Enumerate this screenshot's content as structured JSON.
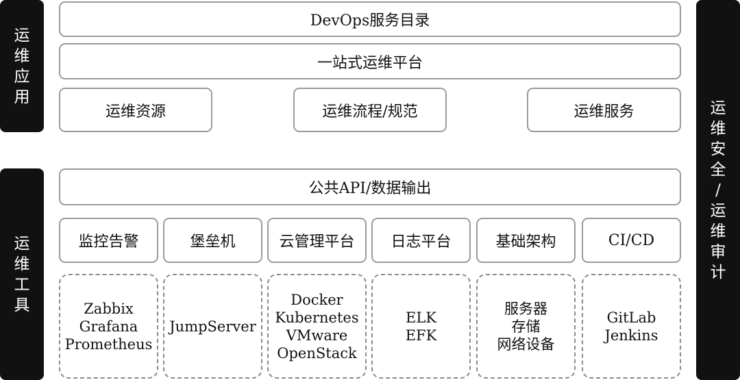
{
  "sidebars": {
    "app_ops": [
      "运",
      "维",
      "应",
      "用"
    ],
    "ops_tools": [
      "运",
      "维",
      "工",
      "具"
    ],
    "security_audit": [
      "运",
      "维",
      "安",
      "全",
      "/",
      "运",
      "维",
      "审",
      "计"
    ]
  },
  "top": {
    "catalog": "DevOps服务目录",
    "platform": "一站式运维平台",
    "resources": "运维资源",
    "process": "运维流程/规范",
    "services": "运维服务"
  },
  "public_api": "公共API/数据输出",
  "tools": [
    {
      "category": "监控告警",
      "items": [
        "Zabbix",
        "Grafana",
        "Prometheus"
      ]
    },
    {
      "category": "堡垒机",
      "items": [
        "JumpServer"
      ]
    },
    {
      "category": "云管理平台",
      "items": [
        "Docker",
        "Kubernetes",
        "VMware",
        "OpenStack"
      ]
    },
    {
      "category": "日志平台",
      "items": [
        "ELK",
        "EFK"
      ]
    },
    {
      "category": "基础架构",
      "items": [
        "服务器",
        "存储",
        "网络设备"
      ]
    },
    {
      "category": "CI/CD",
      "items": [
        "GitLab",
        "Jenkins"
      ]
    }
  ]
}
